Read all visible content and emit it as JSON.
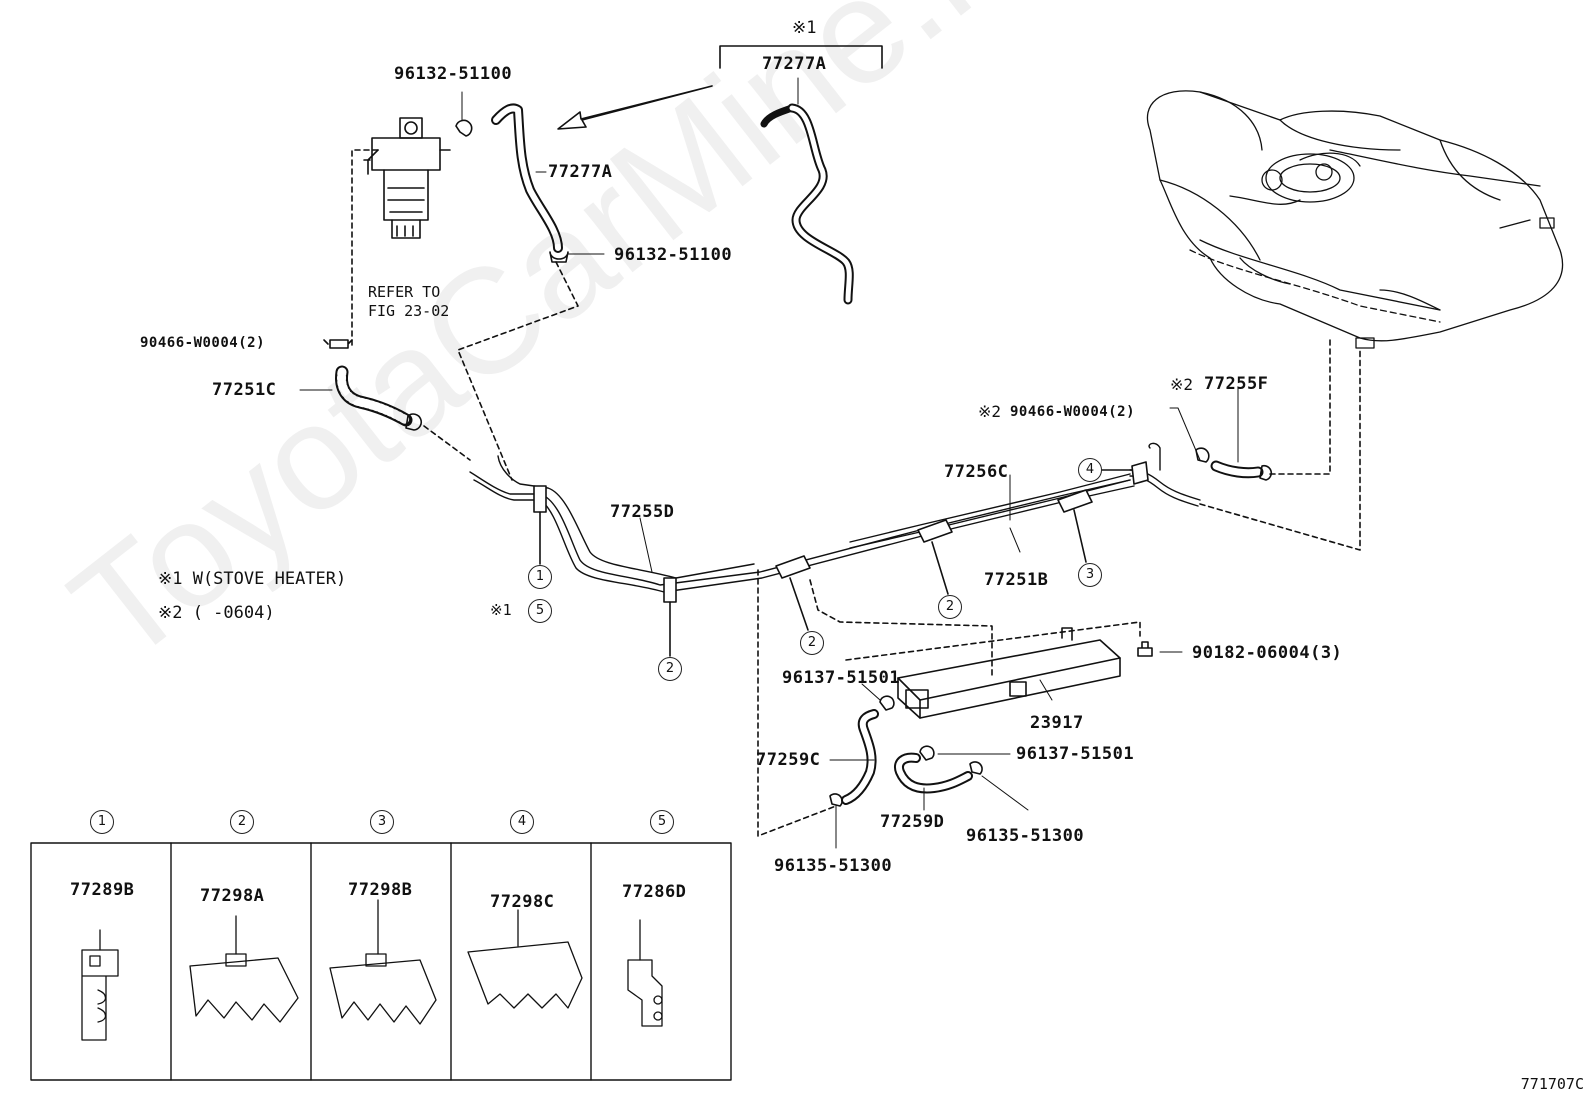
{
  "watermark": "ToyotaCarMine.ru",
  "figure_code": "771707C",
  "top_bracket_mark": "※1",
  "labels": {
    "p96132_top": "96132-51100",
    "p77277A_top": "77277A",
    "p77277A_mid": "77277A",
    "p96132_mid": "96132-51100",
    "refer": "REFER TO",
    "fig": "FIG 23-02",
    "p90466_left": "90466-W0004(2)",
    "p77251C": "77251C",
    "p77255D": "77255D",
    "p77256C": "77256C",
    "p77251B": "77251B",
    "p77255F": "77255F",
    "mark2_a": "※2",
    "mark2_b": "※2",
    "p90466_right": "90466-W0004(2)",
    "p90182": "90182-06004(3)",
    "p96137_a": "96137-51501",
    "p23917": "23917",
    "p77259C": "77259C",
    "p96137_b": "96137-51501",
    "p77259D": "77259D",
    "p96135_a": "96135-51300",
    "p96135_b": "96135-51300",
    "mark1_circ5": "※1"
  },
  "notes": {
    "note1": "※1 W(STOVE HEATER)",
    "note2": "※2 (     -0604)"
  },
  "callouts": {
    "c1": "1",
    "c2a": "2",
    "c2b": "2",
    "c2c": "2",
    "c3": "3",
    "c4": "4",
    "c5": "5"
  },
  "clamp_table": {
    "headers": [
      "1",
      "2",
      "3",
      "4",
      "5"
    ],
    "parts": [
      "77289B",
      "77298A",
      "77298B",
      "77298C",
      "77286D"
    ]
  }
}
